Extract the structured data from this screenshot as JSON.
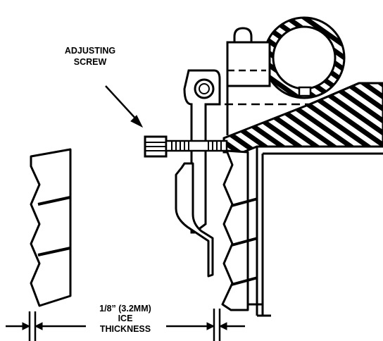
{
  "labels": {
    "adjusting_screw_line1": "ADJUSTING",
    "adjusting_screw_line2": "SCREW",
    "thickness_line1": "1/8” (3.2MM)",
    "thickness_line2": "ICE",
    "thickness_line3": "THICKNESS"
  },
  "colors": {
    "ink": "#000000",
    "paper": "#ffffff"
  }
}
